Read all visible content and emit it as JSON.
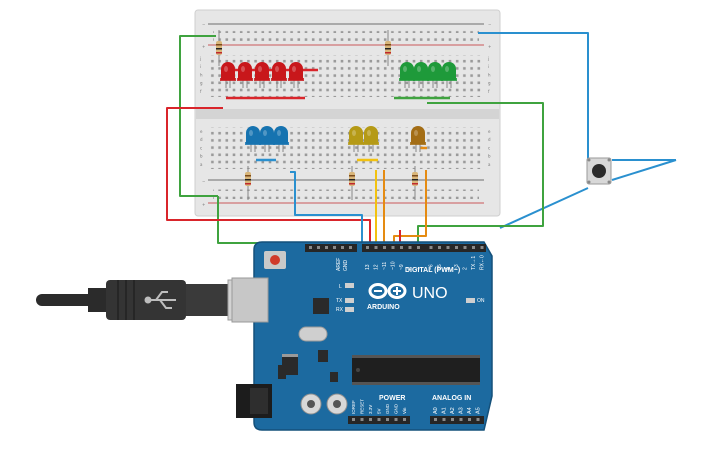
{
  "board": {
    "brand": "UNO",
    "logo_text": "ARDUINO",
    "on_label": "ON",
    "led_l_label": "L",
    "led_tx_label": "TX",
    "led_rx_label": "RX",
    "digital_label": "DIGITAL (PWM~)",
    "power_label": "POWER",
    "analog_label": "ANALOG IN",
    "aref_label": "AREF",
    "gnd_top_label": "GND",
    "digital_pins": [
      "13",
      "12",
      "~11",
      "~10",
      "~9",
      "8",
      "7",
      "~6",
      "~5",
      "4",
      "~3",
      "2",
      "TX→1",
      "RX←0"
    ],
    "power_pins": [
      "IOREF",
      "RESET",
      "3.3V",
      "5V",
      "GND",
      "GND",
      "Vin"
    ],
    "analog_pins": [
      "A0",
      "A1",
      "A2",
      "A3",
      "A4",
      "A5"
    ]
  },
  "breadboard": {
    "rail_plus": "+",
    "rail_minus": "−",
    "row_letters_top": [
      "j",
      "i",
      "h",
      "g",
      "f"
    ],
    "row_letters_bottom": [
      "e",
      "d",
      "c",
      "b",
      "a"
    ]
  },
  "leds": {
    "red_count": 5,
    "green_count": 4,
    "blue_count": 3,
    "yellow_count": 2,
    "orange_count": 1,
    "red_color": "#c8171b",
    "green_color": "#1e9a3a",
    "blue_color": "#1673b0",
    "yellow_color": "#b59a16",
    "orange_color": "#a36d15"
  },
  "wire_colors": {
    "green": "#3fa33f",
    "red": "#d9252b",
    "blue": "#2a90cf",
    "orange": "#e58b12",
    "yellow": "#f2c20f"
  },
  "colors": {
    "board_blue": "#1c6aa0",
    "board_dark": "#14507a",
    "breadboard": "#e6e6e6"
  }
}
